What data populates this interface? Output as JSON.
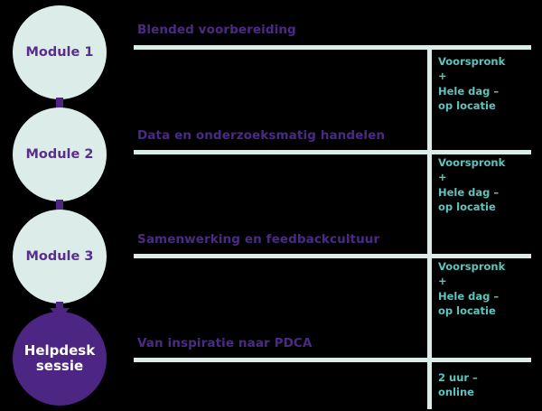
{
  "meta": {
    "background_color": "#000000",
    "accent_purple": "#4d2583",
    "accent_mint": "#dcece9",
    "accent_teal": "#5ec4bd",
    "title_purple": "#4b2a86"
  },
  "rail": {
    "nodes": [
      {
        "label": "Module 1",
        "style": "mint"
      },
      {
        "label": "Module 2",
        "style": "mint"
      },
      {
        "label": "Module 3",
        "style": "mint"
      },
      {
        "label_line1": "Helpdesk",
        "label_line2": "sessie",
        "style": "solid"
      }
    ]
  },
  "rows": [
    {
      "title": "Blended voorbereiding",
      "meta": "Voorspronk\n+\nHele dag –\nop locatie"
    },
    {
      "title": "Data en onderzoeksmatig handelen",
      "meta": "Voorspronk\n+\nHele dag –\nop locatie"
    },
    {
      "title": "Samenwerking en feedbackcultuur",
      "meta": "Voorspronk\n+\nHele dag –\nop locatie"
    },
    {
      "title": "Van inspiratie naar PDCA",
      "meta": "2 uur –\nonline"
    }
  ]
}
